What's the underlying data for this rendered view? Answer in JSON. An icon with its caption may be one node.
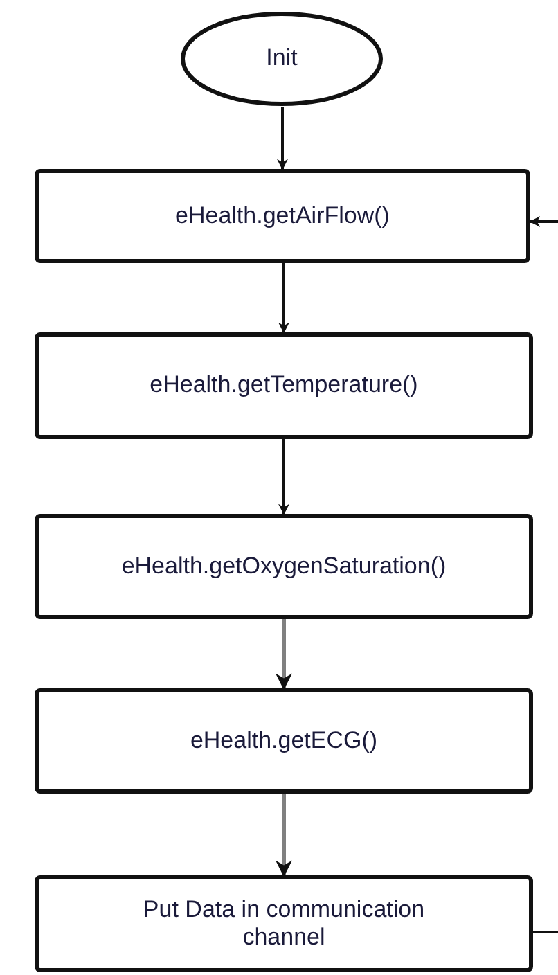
{
  "diagram": {
    "nodes": [
      {
        "text": [
          "Init"
        ]
      },
      {
        "text": [
          "eHealth.getAirFlow()"
        ]
      },
      {
        "text": [
          "eHealth.getTemperature()"
        ]
      },
      {
        "text": [
          "eHealth.getOxygenSaturation()"
        ]
      },
      {
        "text": [
          "eHealth.getECG()"
        ]
      },
      {
        "text": [
          "Put Data in communication channel"
        ]
      }
    ],
    "edges": [
      {
        "from": 0,
        "to": 1,
        "arrow": "to"
      },
      {
        "from": 1,
        "to": 2,
        "arrow": "to"
      },
      {
        "from": 2,
        "to": 3,
        "arrow": "to"
      },
      {
        "from": 3,
        "to": 4,
        "arrow": "to",
        "color": "#808080"
      },
      {
        "from": 4,
        "to": 5,
        "arrow": "to",
        "color": "#808080"
      },
      {
        "from": 5,
        "to": null,
        "arrow": "none"
      },
      {
        "from": null,
        "to": 1,
        "arrow": "to"
      }
    ]
  }
}
